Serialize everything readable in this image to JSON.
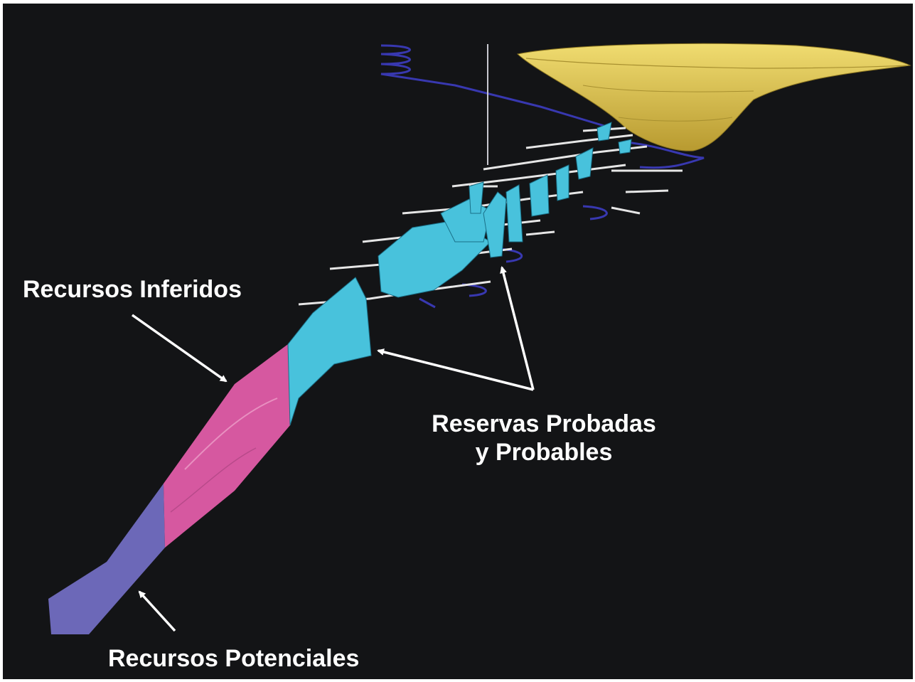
{
  "figure": {
    "labels": {
      "inferred": "Recursos Inferidos",
      "potential": "Recursos Potenciales",
      "reserves_line1": "Reservas Probadas",
      "reserves_line2": "y Probables"
    },
    "colors": {
      "background": "#131416",
      "open_pit": "#e8d060",
      "reserves": "#48c2dc",
      "inferred": "#d658a0",
      "potential": "#6c68b8",
      "workings": "#e6e6e6",
      "ramp": "#3838b0",
      "arrows": "#ffffff"
    }
  }
}
